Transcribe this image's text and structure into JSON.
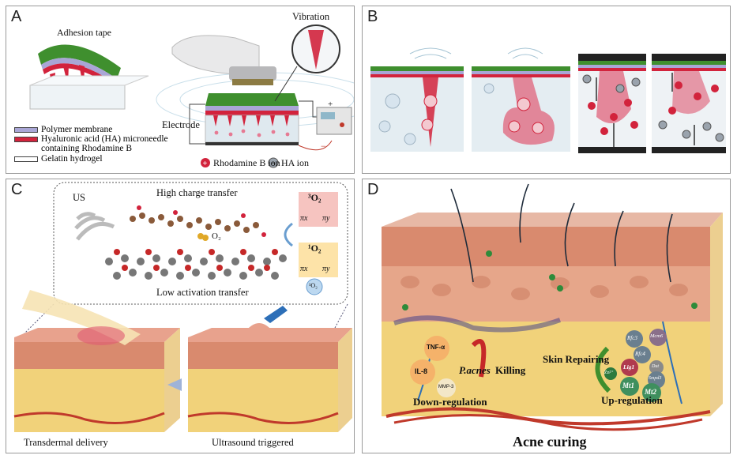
{
  "panels": {
    "a": {
      "label": "A",
      "adhesion_tape": "Adhesion tape",
      "vibration": "Vibration",
      "electrode": "Electrode",
      "plus": "+",
      "minus": "−",
      "legend": [
        {
          "text": "Polymer membrane",
          "color": "#a9a6d6"
        },
        {
          "text": "Hyaluronic acid (HA) microneedle",
          "text2": "containing Rhodamine B",
          "color": "#d2233c"
        },
        {
          "text": "Gelatin hydrogel",
          "color": "#ffffff"
        }
      ],
      "ion_rhodamine": "Rhodamine B ion",
      "ion_ha": "HA ion"
    },
    "b": {
      "label": "B"
    },
    "c": {
      "label": "C",
      "us": "US",
      "high_charge": "High charge transfer",
      "low_activation": "Low activation transfer",
      "o2": "O₂",
      "triplet": "³O₂",
      "singlet": "¹O₂",
      "pix": "πx",
      "piy": "πy",
      "o2_bubble": "¹O₂",
      "transdermal": "Transdermal delivery",
      "ultrasound": "Ultrasound triggered"
    },
    "d": {
      "label": "D",
      "tnf": "TNF-α",
      "il8": "IL-8",
      "mmp": "MMP-3",
      "pacnes": "P.acnes",
      "killing": "Killing",
      "skin_repairing": "Skin Repairing",
      "down_reg": "Down-regulation",
      "up_reg": "Up-regulation",
      "rfc3": "Rfc3",
      "rfc4": "Rfc4",
      "mcm6": "Mcm6",
      "lig1": "Lig1",
      "dut": "Dut",
      "smpd": "Smpd3",
      "mt1": "Mt1",
      "mt2": "Mt2",
      "zn": "Zn²⁺",
      "caption": "Acne curing"
    }
  },
  "colors": {
    "red": "#d2233c",
    "pink_skin": "#e8a28d",
    "hydrogel": "#dfe9ef",
    "green": "#3f8f2e",
    "yellow_fat": "#f1d27a"
  }
}
